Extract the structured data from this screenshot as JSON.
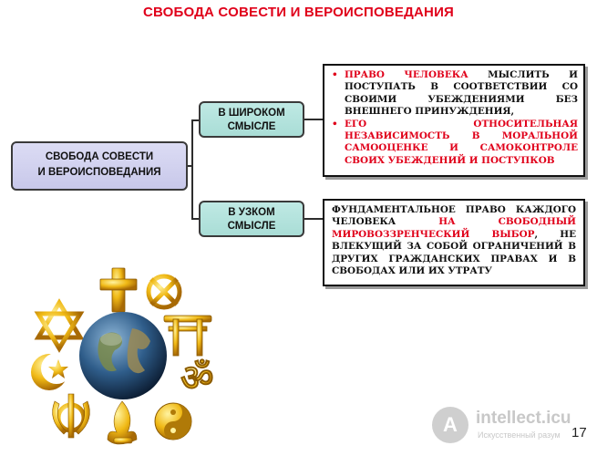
{
  "title": "СВОБОДА СОВЕСТИ И ВЕРОИСПОВЕДАНИЯ",
  "nodes": {
    "main": [
      "СВОБОДА СОВЕСТИ",
      "И ВЕРОИСПОВЕДАНИЯ"
    ],
    "broad": [
      "В ШИРОКОМ",
      "СМЫСЛЕ"
    ],
    "narrow": [
      "В УЗКОМ",
      "СМЫСЛЕ"
    ]
  },
  "broad_box": {
    "bullet_1": {
      "red": "ПРАВО ЧЕЛОВЕКА",
      "text": "МЫСЛИТЬ И ПОСТУПАТЬ В СООТВЕТСТВИИ СО СВОИМИ УБЕЖДЕНИЯМИ БЕЗ ВНЕШНЕГО ПРИНУЖДЕНИЯ,"
    },
    "bullet_2": {
      "red": "ЕГО ОТНОСИТЕЛЬНАЯ НЕЗАВИСИМОСТЬ В МОРАЛЬНОЙ САМООЦЕНКЕ И САМОКОНТРОЛЕ СВОИХ УБЕЖДЕНИЙ И ПОСТУПКОВ"
    }
  },
  "narrow_box": {
    "text_1": "ФУНДАМЕНТАЛЬНОЕ ПРАВО КАЖДОГО ЧЕЛОВЕКА",
    "red": "НА СВОБОДНЫЙ МИРОВОЗЗРЕНЧЕСКИЙ ВЫБОР",
    "text_2": ", НЕ ВЛЕКУЩИЙ ЗА СОБОЙ ОГРАНИЧЕНИЙ В ДРУГИХ ГРАЖДАНСКИХ ПРАВАХ И В СВОБОДАХ ИЛИ ИХ УТРАТУ"
  },
  "page_number": "17",
  "watermark": {
    "letter": "A",
    "name": "intellect.icu",
    "tagline": "Искусственный разум"
  },
  "colors": {
    "accent_red": "#e0001a",
    "main_node_fill": "#c8c8ea",
    "side_node_fill": "#a9ddd6",
    "gold": "#e3a912",
    "globe": "#2f5d8a"
  },
  "icons": [
    "religious-symbols-globe-emblem",
    "star-of-david-icon",
    "cross-icon",
    "dharma-wheel-icon",
    "torii-icon",
    "om-icon",
    "crescent-icon",
    "khanda-icon",
    "yin-yang-icon"
  ]
}
